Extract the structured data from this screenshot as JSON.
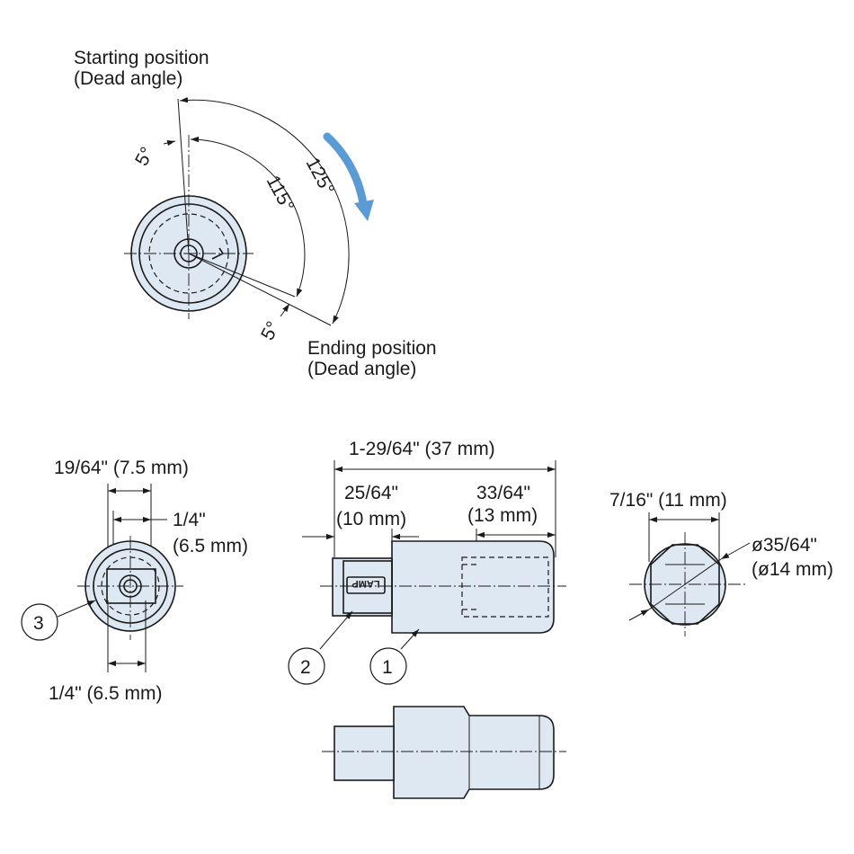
{
  "top_view": {
    "start_label_line1": "Starting position",
    "start_label_line2": "(Dead angle)",
    "end_label_line1": "Ending position",
    "end_label_line2": "(Dead angle)",
    "angle_total": "125°",
    "angle_working": "115°",
    "angle_start_dead": "5°",
    "angle_end_dead": "5°",
    "rotation_arrow_color": "#5b9bd5"
  },
  "front_view": {
    "width_label": "19/64\" (7.5 mm)",
    "inner_label_line1": "1/4\"",
    "inner_label_line2": "(6.5 mm)",
    "bottom_label": "1/4\" (6.5 mm)",
    "balloon": "3"
  },
  "side_view": {
    "overall_label": "1-29/64\" (37 mm)",
    "left_label_line1": "25/64\"",
    "left_label_line2": "(10 mm)",
    "right_label_line1": "33/64\"",
    "right_label_line2": "(13 mm)",
    "key_text": "LAMP",
    "balloon_left": "2",
    "balloon_right": "1"
  },
  "end_view": {
    "flat_label": "7/16\" (11 mm)",
    "diameter_line1": "ø35/64\"",
    "diameter_line2": "(ø14 mm)"
  },
  "colors": {
    "part_fill": "#dde8f3",
    "line": "#1a1a1a"
  }
}
